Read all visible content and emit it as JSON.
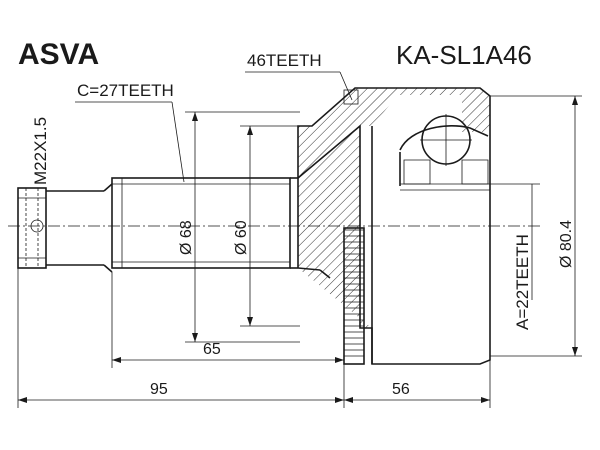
{
  "header": {
    "brand": "ASVA",
    "part_number": "KA-SL1A46"
  },
  "labels": {
    "outer_teeth": "46TEETH",
    "c_spline": "C=27TEETH",
    "thread": "M22X1.5",
    "a_spline": "A=22TEETH",
    "dia_68": "Ø 68",
    "dia_60": "Ø 60",
    "dia_80_4": "Ø 80.4",
    "len_65": "65",
    "len_95": "95",
    "len_56": "56"
  }
}
